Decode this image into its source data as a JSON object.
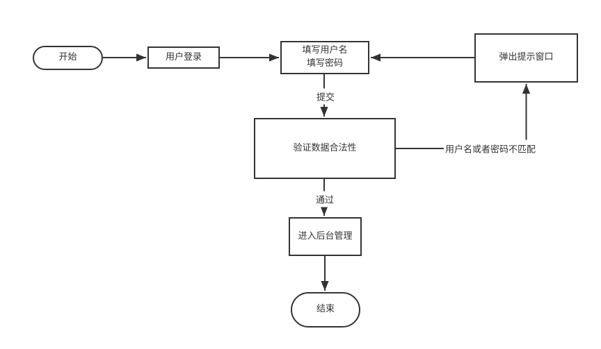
{
  "diagram": {
    "type": "flowchart",
    "colors": {
      "stroke": "#333333",
      "text": "#333333",
      "background": "#ffffff"
    },
    "nodes": {
      "start": {
        "label": "开始",
        "shape": "stadium"
      },
      "login": {
        "label": "用户登录",
        "shape": "rect"
      },
      "fill": {
        "label": "填写用户名\n填写密码",
        "shape": "rect"
      },
      "popup": {
        "label": "弹出提示窗口",
        "shape": "rect"
      },
      "verify": {
        "label": "验证数据合法性",
        "shape": "rect"
      },
      "admin": {
        "label": "进入后台管理",
        "shape": "rect"
      },
      "end": {
        "label": "结束",
        "shape": "stadium"
      }
    },
    "edge_labels": {
      "submit": "提交",
      "pass": "通过",
      "mismatch": "用户名或者密码不匹配"
    },
    "edges": [
      {
        "from": "start",
        "to": "login",
        "label": ""
      },
      {
        "from": "login",
        "to": "fill",
        "label": ""
      },
      {
        "from": "fill",
        "to": "verify",
        "label": "提交"
      },
      {
        "from": "verify",
        "to": "admin",
        "label": "通过"
      },
      {
        "from": "admin",
        "to": "end",
        "label": ""
      },
      {
        "from": "verify",
        "to": "popup",
        "label": "用户名或者密码不匹配"
      },
      {
        "from": "popup",
        "to": "fill",
        "label": ""
      }
    ]
  }
}
